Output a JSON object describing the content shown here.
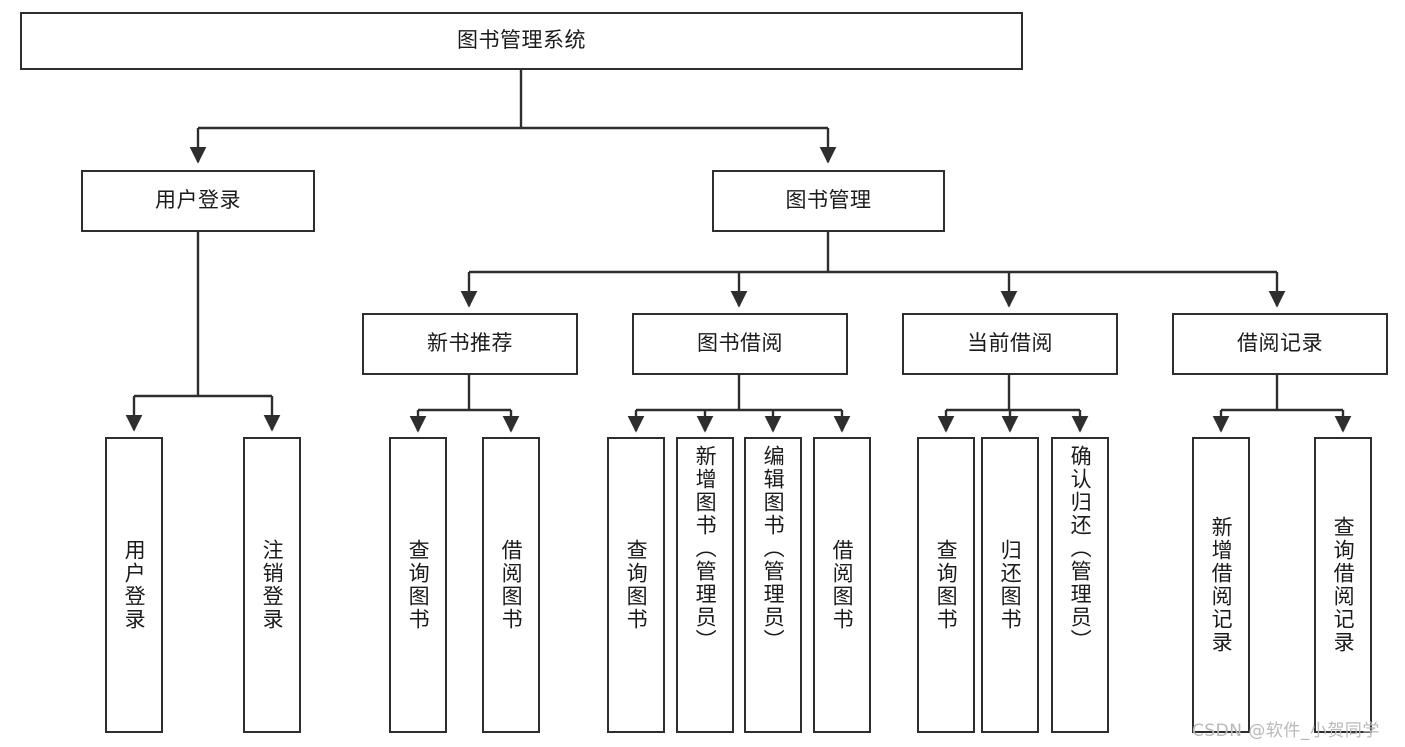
{
  "diagram": {
    "type": "tree",
    "title": "图书管理系统",
    "watermark": "CSDN @软件_小贺同学",
    "style": {
      "border_color": "#2e2e2e",
      "fill_color": "#ffffff",
      "text_color": "#1b1b1b",
      "watermark_color": "#b9b9b9",
      "background": "#ffffff"
    },
    "levels": {
      "root": {
        "label": "图书管理系统"
      },
      "level1": [
        {
          "label": "用户登录"
        },
        {
          "label": "图书管理"
        }
      ],
      "level2": [
        {
          "label": "新书推荐"
        },
        {
          "label": "图书借阅"
        },
        {
          "label": "当前借阅"
        },
        {
          "label": "借阅记录"
        }
      ]
    },
    "nodes": {
      "root": "图书管理系统",
      "user_login": "用户登录",
      "book_manage": "图书管理",
      "new_book_rec": "新书推荐",
      "book_borrow": "图书借阅",
      "current_borrow": "当前借阅",
      "borrow_record": "借阅记录",
      "leaf_user_login": "用户登录",
      "leaf_user_logout": "注销登录",
      "leaf_rec_query": "查询图书",
      "leaf_rec_borrow": "借阅图书",
      "leaf_borrow_query": "查询图书",
      "leaf_borrow_add": "新增图书（管理员）",
      "leaf_borrow_edit": "编辑图书（管理员）",
      "leaf_borrow_lend": "借阅图书",
      "leaf_cur_query": "查询图书",
      "leaf_cur_return": "归还图书",
      "leaf_cur_confirm": "确认归还（管理员）",
      "leaf_rec_add": "新增借阅记录",
      "leaf_rec_search": "查询借阅记录"
    }
  }
}
